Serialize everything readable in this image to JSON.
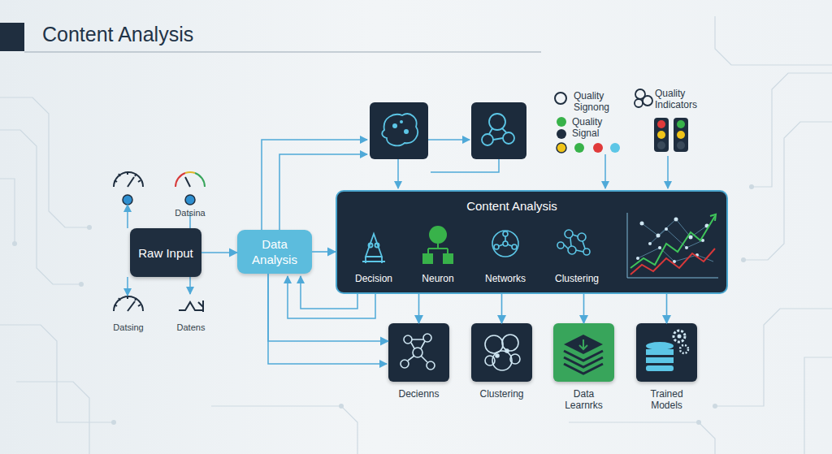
{
  "diagram": {
    "title": "Content Analysis",
    "nodes": [
      {
        "text": [
          "Raw Input"
        ]
      },
      {
        "text": [
          "Data Analysis"
        ]
      },
      {
        "text": [
          "Content Analysis"
        ]
      },
      {
        "text": [
          "Decienns"
        ]
      },
      {
        "text": [
          "Clustering"
        ]
      },
      {
        "text": [
          "Data Learnrks"
        ]
      },
      {
        "text": [
          "Trained Models"
        ]
      }
    ],
    "edges": [
      {
        "from": 0,
        "to": 1,
        "arrow": "to"
      },
      {
        "from": 1,
        "to": 2,
        "arrow": "to"
      },
      {
        "from": 2,
        "to": 3,
        "arrow": "to"
      },
      {
        "from": 2,
        "to": 4,
        "arrow": "to"
      },
      {
        "from": 2,
        "to": 5,
        "arrow": "to"
      },
      {
        "from": 2,
        "to": 6,
        "arrow": "to"
      },
      {
        "from": 1,
        "to": 3,
        "arrow": "to"
      }
    ],
    "labels": [
      "Datsina",
      "Datsing",
      "Datens",
      "Decision",
      "Neuron",
      "Networks",
      "Clustering",
      "Quality Signong",
      "Quality Signal",
      "Quality Indicators"
    ]
  }
}
